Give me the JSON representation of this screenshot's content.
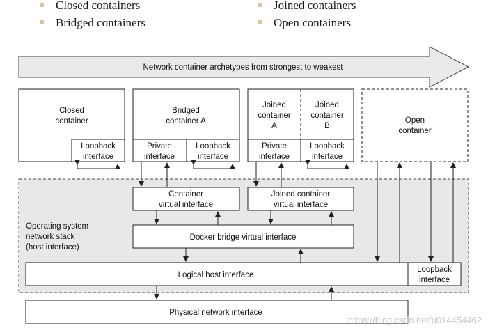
{
  "bullets": [
    "Closed containers",
    "Joined containers",
    "Bridged containers",
    "Open containers"
  ],
  "arrow_label": "Network container archetypes from strongest to weakest",
  "closed": {
    "title": [
      "Closed",
      "container"
    ],
    "loopback": [
      "Loopback",
      "interface"
    ]
  },
  "bridged": {
    "title": [
      "Bridged",
      "container A"
    ],
    "private": [
      "Private",
      "interface"
    ],
    "loopback": [
      "Loopback",
      "interface"
    ]
  },
  "joined": {
    "a": [
      "Joined",
      "container",
      "A"
    ],
    "b": [
      "Joined",
      "container",
      "B"
    ],
    "private": [
      "Private",
      "interface"
    ],
    "loopback": [
      "Loopback",
      "interface"
    ]
  },
  "open": {
    "title": [
      "Open",
      "container"
    ]
  },
  "container_virtual": [
    "Container",
    "virtual interface"
  ],
  "joined_virtual": [
    "Joined container",
    "virtual interface"
  ],
  "os_stack": [
    "Operating system",
    "network stack",
    "(host interface)"
  ],
  "docker_bridge": "Docker bridge virtual interface",
  "logical_host": "Logical host interface",
  "host_loopback": [
    "Loopback",
    "interface"
  ],
  "physical": "Physical network interface",
  "watermark": "https://blog.csdn.net/u014454462",
  "colors": {
    "arrow_fill": "#eaeaea",
    "host_region": "#e8e8e8",
    "stroke": "#222222"
  }
}
